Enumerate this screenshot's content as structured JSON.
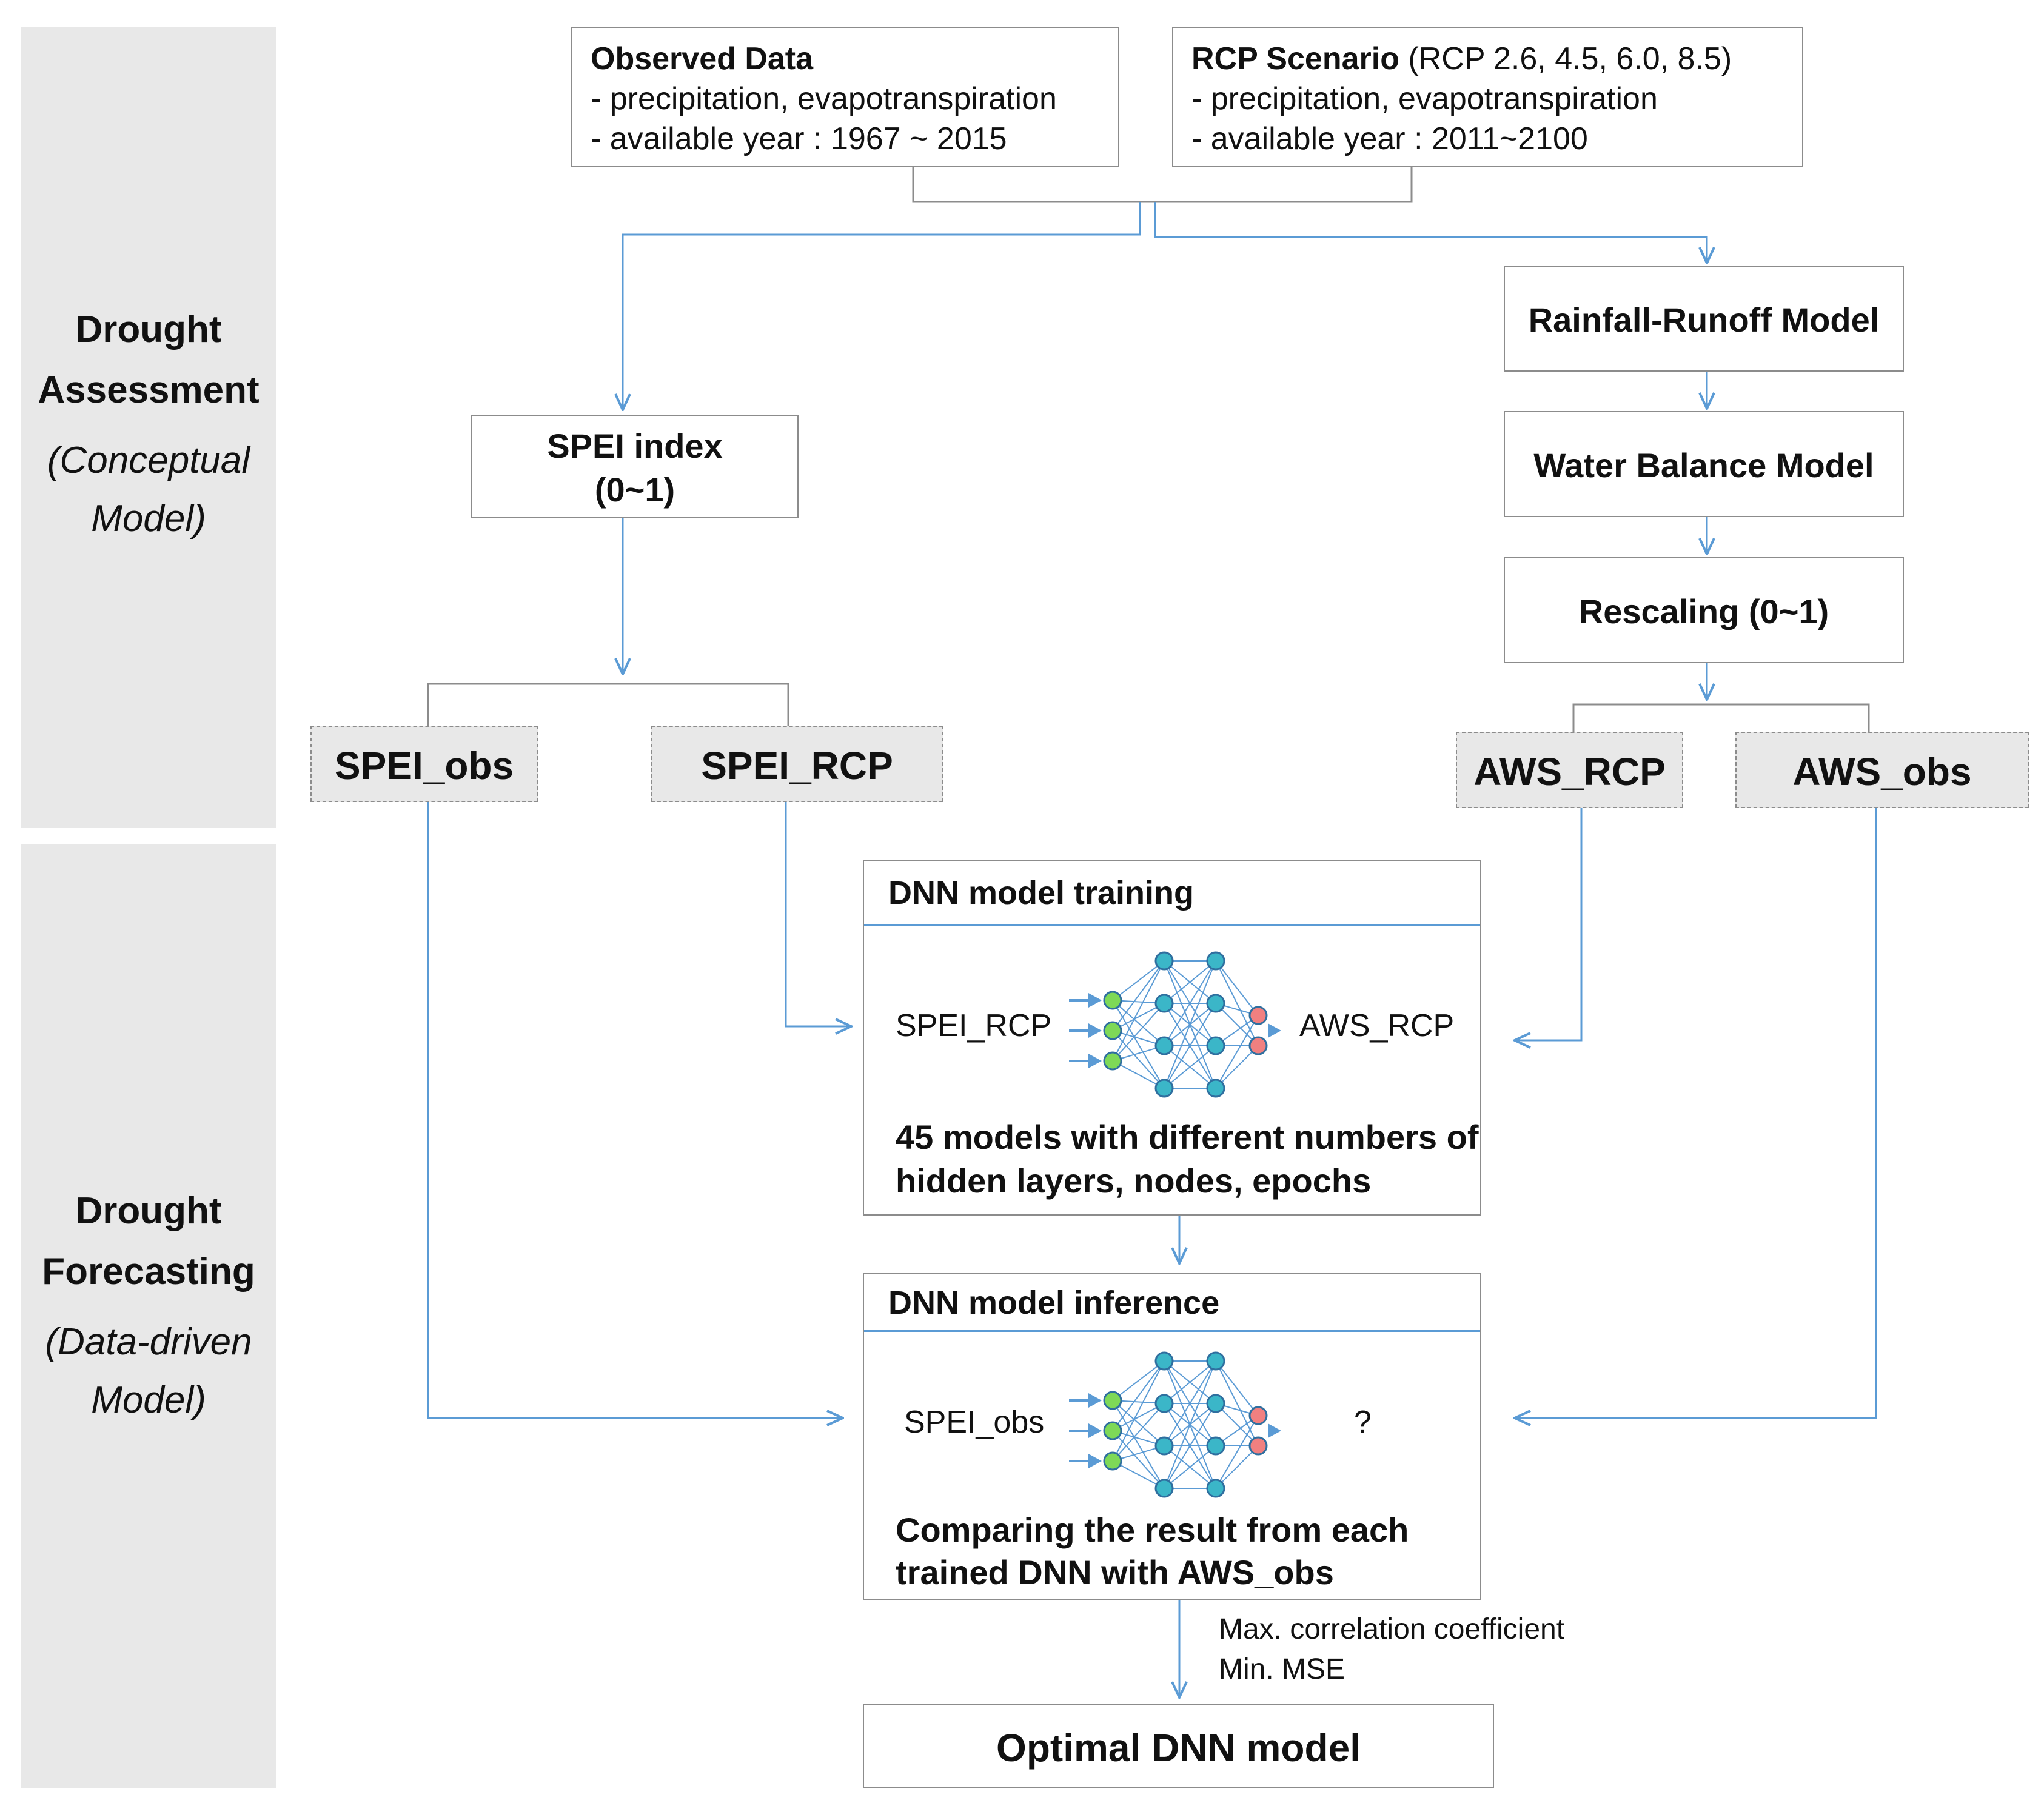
{
  "side": {
    "assessment_title_1": "Drought",
    "assessment_title_2": "Assessment",
    "assessment_sub_1": "(Conceptual",
    "assessment_sub_2": "Model)",
    "forecasting_title_1": "Drought",
    "forecasting_title_2": "Forecasting",
    "forecasting_sub_1": "(Data-driven",
    "forecasting_sub_2": "Model)"
  },
  "observed": {
    "title": "Observed Data",
    "line1": "- precipitation, evapotranspiration",
    "line2": "- available year : 1967 ~ 2015"
  },
  "rcp": {
    "title": "RCP Scenario",
    "title_suffix": " (RCP 2.6, 4.5, 6.0, 8.5)",
    "line1": "- precipitation, evapotranspiration",
    "line2": "-  available year : 2011~2100"
  },
  "nodes": {
    "spei_index_1": "SPEI index",
    "spei_index_2": "(0~1)",
    "rainfall_runoff": "Rainfall-Runoff Model",
    "water_balance": "Water Balance Model",
    "rescaling": "Rescaling (0~1)",
    "spei_obs": "SPEI_obs",
    "spei_rcp": "SPEI_RCP",
    "aws_rcp": "AWS_RCP",
    "aws_obs": "AWS_obs",
    "optimal": "Optimal DNN model"
  },
  "training": {
    "header": "DNN model training",
    "input": "SPEI_RCP",
    "output": "AWS_RCP",
    "desc1": "45 models  with different numbers of",
    "desc2": "hidden layers, nodes, epochs"
  },
  "inference": {
    "header": "DNN model inference",
    "input": "SPEI_obs",
    "output": "?",
    "desc1": "Comparing  the result from each",
    "desc2": "trained  DNN with AWS_obs"
  },
  "criteria": {
    "line1": "Max. correlation coefficient",
    "line2": "Min. MSE"
  },
  "colors": {
    "arrow": "#5b9bd5",
    "input_node": "#7ed957",
    "hidden_node": "#3bb6c8",
    "output_node": "#f08080",
    "panel": "#e8e8e8",
    "border": "#8c8c8c"
  }
}
